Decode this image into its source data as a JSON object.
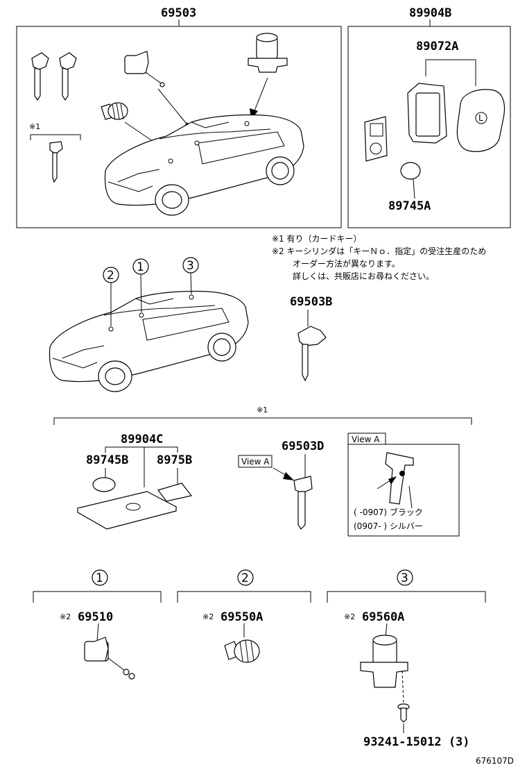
{
  "labels": {
    "top_left": "69503",
    "top_right": "89904B",
    "card_key": "89072A",
    "battery_top": "89745A",
    "key_b": "69503B",
    "card_assy": "89904C",
    "battery_b": "89745B",
    "plate": "8975B",
    "key_d": "69503D",
    "cyl1": "69510",
    "cyl2": "69550A",
    "cyl3": "69560A",
    "screw": "93241-15012 (3)",
    "drawing_code": "676107D",
    "mark1": "※1",
    "mark1_top": "※1",
    "mark2_a": "※2",
    "mark2_b": "※2",
    "mark2_c": "※2"
  },
  "notes": {
    "n1": "※1  有り（カードキー）",
    "n2a": "※2  キーシリンダは「キーＮｏ．指定」の受注生産のため",
    "n2b": "オーダー方法が異なります。",
    "n2c": "詳しくは、共販店にお尋ねください。"
  },
  "view_a": {
    "box_label": "View A",
    "arrow_label": "View A",
    "row1": "(        -0907) ブラック",
    "row2": "(0907-        ) シルバー"
  },
  "circles": {
    "c1": "1",
    "c2": "2",
    "c3": "3",
    "s1": "1",
    "s2": "2",
    "s3": "3"
  }
}
